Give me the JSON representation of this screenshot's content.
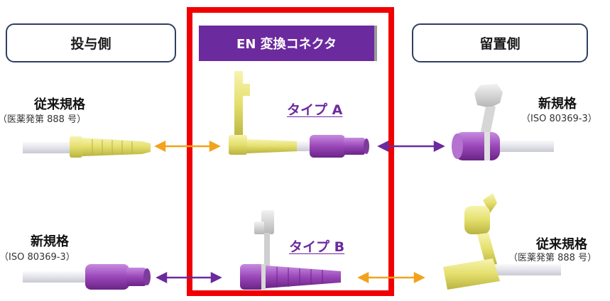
{
  "headers": {
    "left": "投与側",
    "center": "EN 変換コネクタ",
    "right": "留置側"
  },
  "left": {
    "top_standard": "従来規格",
    "top_standard_sub": "（医薬発第 888 号）",
    "bottom_standard": "新規格",
    "bottom_standard_sub": "（ISO 80369-3）"
  },
  "center": {
    "type_a": "タイプ A",
    "type_b": "タイプ B"
  },
  "right": {
    "top_standard": "新規格",
    "top_standard_sub": "（ISO 80369-3）",
    "bottom_standard": "従来規格",
    "bottom_standard_sub": "（医薬発第 888 号）"
  },
  "colors": {
    "frame": "#f00000",
    "header_fill": "#6b2a9e",
    "connector_yellow": "#e6e27a",
    "connector_purple": "#9a47b8",
    "arrow_orange": "#f2a31b",
    "arrow_purple": "#6b2a9e",
    "tube": "#e9e9ee"
  }
}
